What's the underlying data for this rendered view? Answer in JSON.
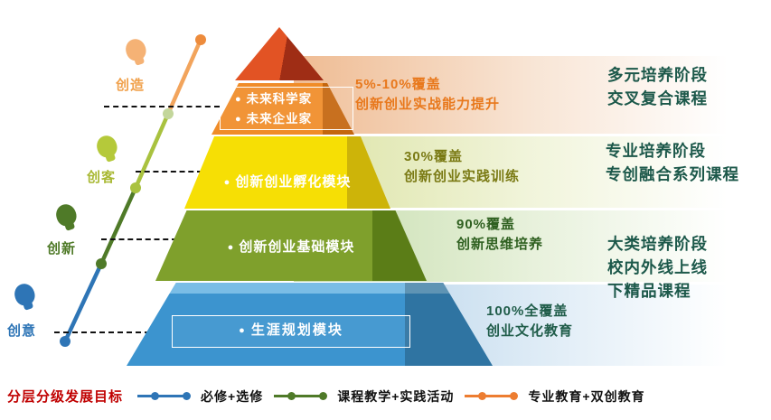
{
  "pyramid": {
    "apex_color": "#d2481e",
    "levels": [
      {
        "bullet": "●",
        "lines": [
          "未来科学家",
          "未来企业家"
        ],
        "coverage": "5%-10%覆盖",
        "coverage_desc": "创新创业实战能力提升",
        "color": "#f08c28",
        "text_color": "#e8781c"
      },
      {
        "bullet": "●",
        "label": "创新创业孵化模块",
        "coverage": "30%覆盖",
        "coverage_desc": "创新创业实践训练",
        "color": "#f6df05",
        "text_color": "#7a7a14"
      },
      {
        "bullet": "●",
        "label": "创新创业基础模块",
        "coverage": "90%覆盖",
        "coverage_desc": "创新思维培养",
        "color": "#7fa02c",
        "text_color": "#2f6020"
      },
      {
        "bullet": "●",
        "label": "生涯规划模块",
        "coverage": "100%全覆盖",
        "coverage_desc": "创业文化教育",
        "color": "#3c94cf",
        "text_color": "#1f5c49"
      }
    ]
  },
  "stages": [
    {
      "lines": [
        "多元培养阶段",
        "交叉复合课程"
      ]
    },
    {
      "lines": [
        "专业培养阶段",
        "专创融合系列课程"
      ]
    },
    {
      "lines": [
        "大类培养阶段",
        "校内外线上线",
        "下精品课程"
      ]
    }
  ],
  "stage_text_color": "#1c584a",
  "ladder": [
    {
      "label": "创意",
      "color": "#2e75b6"
    },
    {
      "label": "创新",
      "color": "#4f7a28"
    },
    {
      "label": "创客",
      "color": "#a8b832"
    },
    {
      "label": "创造",
      "color": "#f0a04a"
    }
  ],
  "legend": {
    "title": "分层分级发展目标",
    "title_color": "#c00000",
    "items": [
      {
        "label": "必修+选修",
        "color": "#2e75b6"
      },
      {
        "label": "课程教学+实践活动",
        "color": "#4f7a28"
      },
      {
        "label": "专业教育+双创教育",
        "color": "#ed7d31"
      }
    ]
  }
}
